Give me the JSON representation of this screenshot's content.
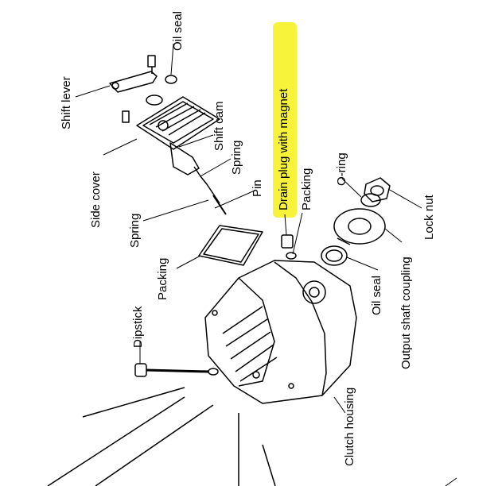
{
  "diagram": {
    "labels": {
      "oil_seal_top": "Oil seal",
      "shift_lever": "Shift lever",
      "shift_cam": "Shift cam",
      "side_cover": "Side cover",
      "spring_upper": "Spring",
      "spring_lower": "Spring",
      "pin": "Pin",
      "drain_plug": "Drain plug with magnet",
      "packing_upper": "Packing",
      "o_ring": "O-ring",
      "lock_nut": "Lock nut",
      "output_shaft_coupling": "Output shaft coupling",
      "oil_seal_lower": "Oil seal",
      "packing_lower": "Packing",
      "dipstick": "Dipstick",
      "clutch_housing": "Clutch housing"
    },
    "colors": {
      "highlight": "#f6f33a",
      "line": "#000000",
      "background": "#ffffff"
    }
  }
}
